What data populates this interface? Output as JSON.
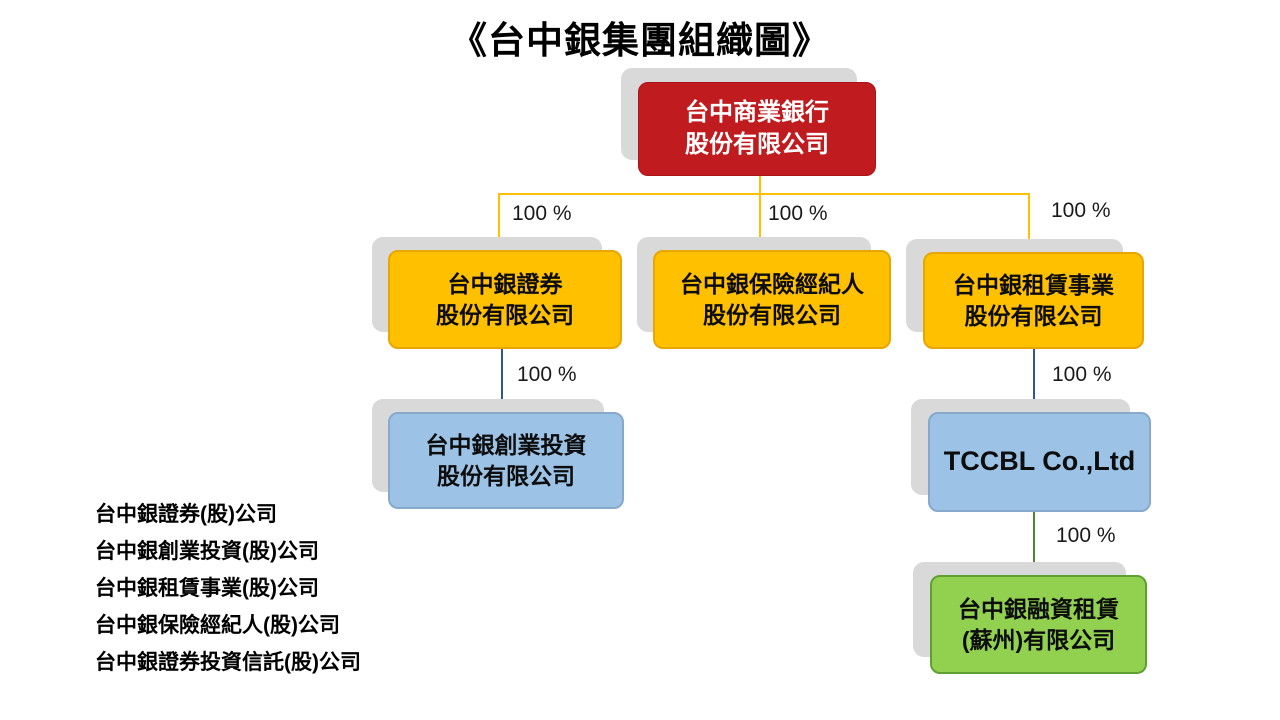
{
  "title": "《台中銀集團組織圖》",
  "nodes": {
    "parent": {
      "line1": "台中商業銀行",
      "line2": "股份有限公司"
    },
    "securities": {
      "line1": "台中銀證券",
      "line2": "股份有限公司"
    },
    "insurance": {
      "line1": "台中銀保險經紀人",
      "line2": "股份有限公司"
    },
    "leasing": {
      "line1": "台中銀租賃事業",
      "line2": "股份有限公司"
    },
    "venture": {
      "line1": "台中銀創業投資",
      "line2": "股份有限公司"
    },
    "tccbl": {
      "line1": "TCCBL Co.,Ltd"
    },
    "finlease": {
      "line1": "台中銀融資租賃",
      "line2": "(蘇州)有限公司"
    }
  },
  "edges": [
    {
      "from": "台中商業銀行股份有限公司",
      "to": "台中銀證券股份有限公司",
      "pct": "100 %"
    },
    {
      "from": "台中商業銀行股份有限公司",
      "to": "台中銀保險經紀人股份有限公司",
      "pct": "100 %"
    },
    {
      "from": "台中商業銀行股份有限公司",
      "to": "台中銀租賃事業股份有限公司",
      "pct": "100 %"
    },
    {
      "from": "台中銀證券股份有限公司",
      "to": "台中銀創業投資股份有限公司",
      "pct": "100 %"
    },
    {
      "from": "台中銀租賃事業股份有限公司",
      "to": "TCCBL Co.,Ltd",
      "pct": "100 %"
    },
    {
      "from": "TCCBL Co.,Ltd",
      "to": "台中銀融資租賃(蘇州)有限公司",
      "pct": "100 %"
    }
  ],
  "footnotes": [
    "台中銀證券(股)公司",
    "台中銀創業投資(股)公司",
    "台中銀租賃事業(股)公司",
    "台中銀保險經紀人(股)公司",
    "台中銀證券投資信託(股)公司"
  ],
  "colors": {
    "parent_fill": "#c01b1e",
    "tier1_fill": "#ffc000",
    "tier2_fill": "#9cc3e6",
    "tier3_fill": "#92d050",
    "shadow": "#d9d9d9",
    "edge_orange": "#ffc000",
    "edge_blue": "#2f5597",
    "edge_green": "#538135"
  }
}
